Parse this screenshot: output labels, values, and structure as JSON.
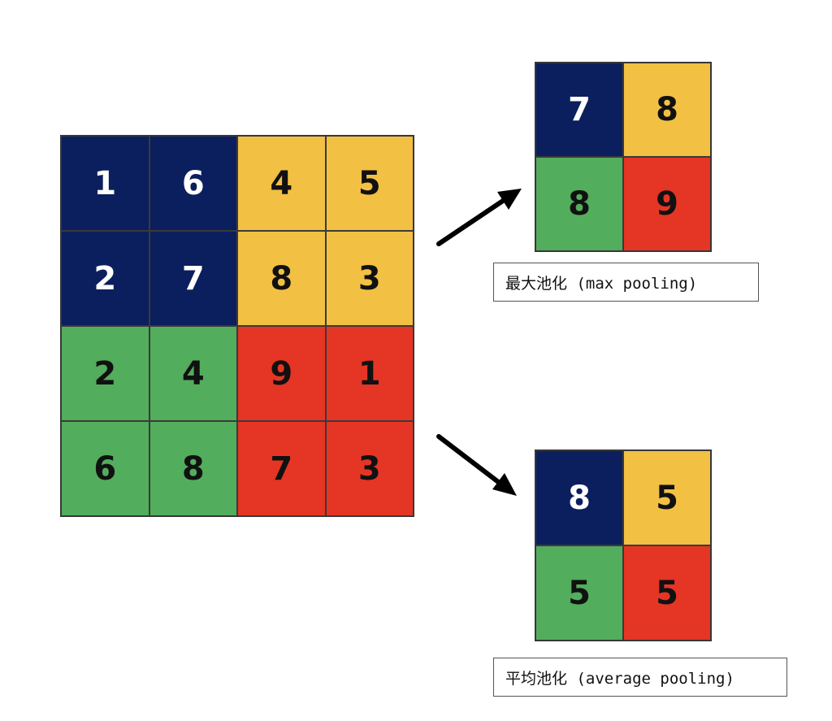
{
  "input_grid": [
    {
      "value": "1",
      "color": "navy"
    },
    {
      "value": "6",
      "color": "navy"
    },
    {
      "value": "4",
      "color": "yellow"
    },
    {
      "value": "5",
      "color": "yellow"
    },
    {
      "value": "2",
      "color": "navy"
    },
    {
      "value": "7",
      "color": "navy"
    },
    {
      "value": "8",
      "color": "yellow"
    },
    {
      "value": "3",
      "color": "yellow"
    },
    {
      "value": "2",
      "color": "green"
    },
    {
      "value": "4",
      "color": "green"
    },
    {
      "value": "9",
      "color": "red"
    },
    {
      "value": "1",
      "color": "red"
    },
    {
      "value": "6",
      "color": "green"
    },
    {
      "value": "8",
      "color": "green"
    },
    {
      "value": "7",
      "color": "red"
    },
    {
      "value": "3",
      "color": "red"
    }
  ],
  "max_pooling": {
    "label": "最大池化 (max pooling)",
    "grid": [
      {
        "value": "7",
        "color": "navy"
      },
      {
        "value": "8",
        "color": "yellow"
      },
      {
        "value": "8",
        "color": "green"
      },
      {
        "value": "9",
        "color": "red"
      }
    ]
  },
  "average_pooling": {
    "label": "平均池化 (average pooling)",
    "grid": [
      {
        "value": "8",
        "color": "navy"
      },
      {
        "value": "5",
        "color": "yellow"
      },
      {
        "value": "5",
        "color": "green"
      },
      {
        "value": "5",
        "color": "red"
      }
    ]
  },
  "colors": {
    "navy": "#0b1f5e",
    "yellow": "#f2c043",
    "green": "#52ad5c",
    "red": "#e53525"
  }
}
